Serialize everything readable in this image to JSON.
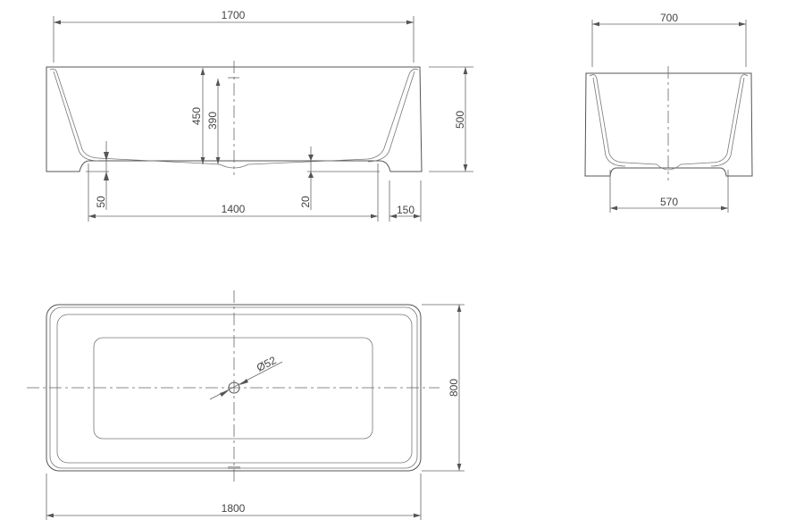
{
  "front_view": {
    "overall_length": "1700",
    "height": "500",
    "depth_450": "450",
    "water_depth": "390",
    "base_height": "50",
    "slope": "20",
    "foot_span": "1400",
    "foot_offset": "150"
  },
  "end_view": {
    "overall_width": "700",
    "foot_width": "570"
  },
  "plan_view": {
    "length": "1800",
    "width": "800",
    "drain_diameter": "Ø52"
  },
  "colors": {
    "line": "#555555",
    "background": "#ffffff"
  }
}
